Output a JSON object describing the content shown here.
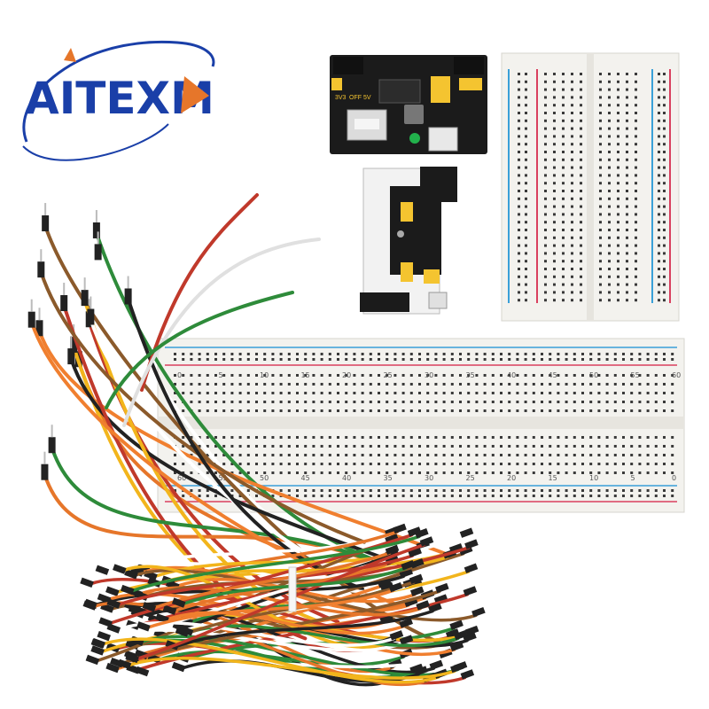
{
  "brand": {
    "name": "AITEXM",
    "text_color": "#1a3fa8",
    "accent_color": "#e6762a"
  },
  "power_module": {
    "voltage_labels": [
      "3V3",
      "OFF",
      "5V"
    ],
    "pcb_color": "#1b1b1b",
    "jumper_color": "#f4c430",
    "led_color": "#22b14c"
  },
  "breadboard_large": {
    "top_numbers": [
      "0",
      "5",
      "10",
      "15",
      "20",
      "25",
      "30",
      "35",
      "40",
      "45",
      "50",
      "55",
      "60"
    ],
    "bottom_numbers": [
      "60",
      "55",
      "50",
      "45",
      "40",
      "35",
      "30",
      "25",
      "20",
      "15",
      "10",
      "5",
      "0"
    ],
    "rail_colors": {
      "positive": "#d9405f",
      "negative": "#3aa0d8"
    }
  },
  "breadboard_small": {
    "rail_colors": {
      "positive": "#d9405f",
      "negative": "#3aa0d8"
    }
  },
  "jumper_wires": {
    "colors": [
      "#e6762a",
      "#f2b51c",
      "#c0392b",
      "#2e8b3a",
      "#ffffff",
      "#8b5a2b",
      "#f07f2f",
      "#222222"
    ]
  }
}
